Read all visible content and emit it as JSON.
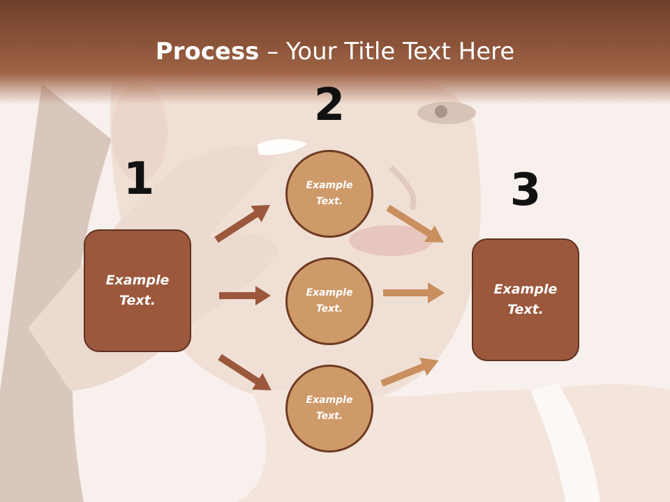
{
  "slide": {
    "title_bold": "Process",
    "title_rest": " – Your Title Text Here"
  },
  "stages": {
    "one": {
      "number": "1",
      "label": "Example\nText."
    },
    "two": {
      "number": "2"
    },
    "three": {
      "number": "3",
      "label": "Example\nText."
    }
  },
  "circles": [
    {
      "label": "Example\nText."
    },
    {
      "label": "Example\nText."
    },
    {
      "label": "Example\nText."
    }
  ],
  "colors": {
    "header_brown": "#8d553a",
    "box_fill": "#9b583c",
    "box_border": "#5e3120",
    "circle_fill": "#cf9a69",
    "circle_border": "#6e3b22",
    "arrow_dark": "#9b583c",
    "arrow_light": "#c98f5e"
  }
}
